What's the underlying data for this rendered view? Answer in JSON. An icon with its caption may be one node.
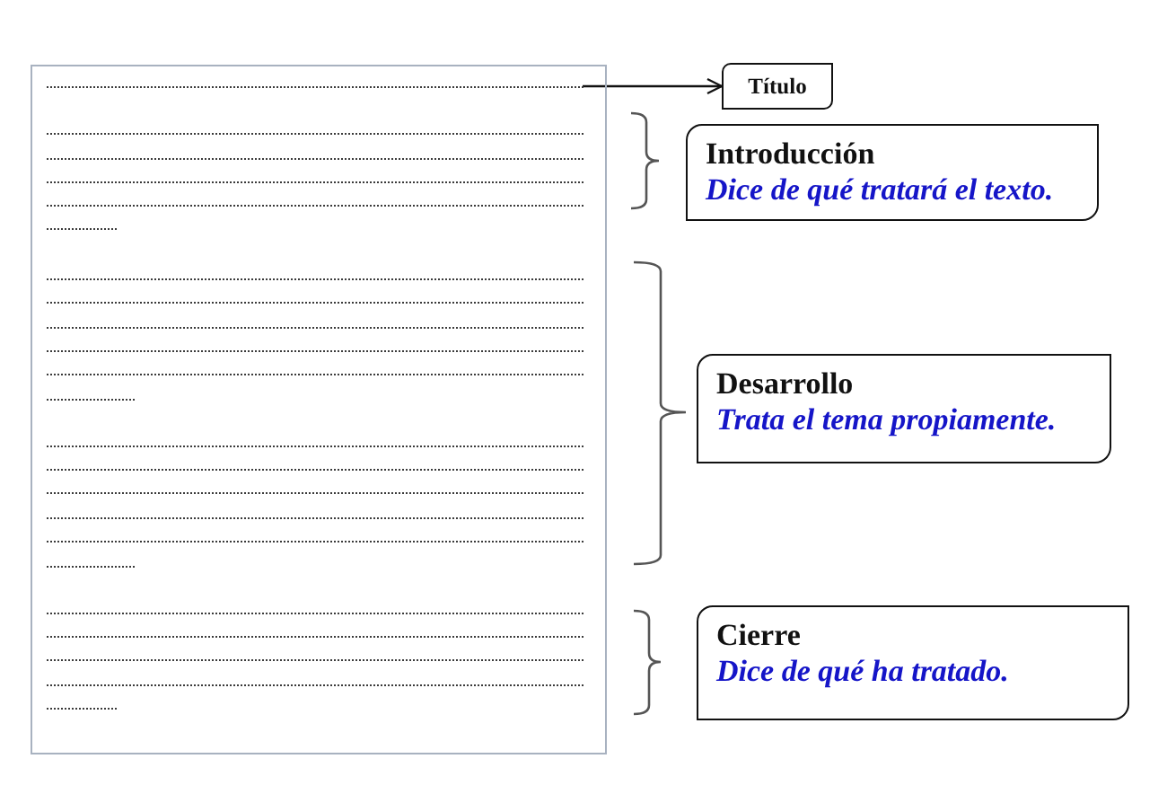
{
  "diagram": {
    "nodes": [
      {
        "text": [],
        "shape": "box"
      },
      {
        "text": [],
        "shape": "line",
        "in": 0
      },
      {
        "text": [
          "Título"
        ]
      },
      {
        "text": [
          "Introducción",
          "Dice de qué tratará el texto."
        ]
      },
      {
        "text": [
          "Desarrollo",
          "Trata el tema propiamente."
        ]
      },
      {
        "text": [
          "Cierre",
          "Dice de qué ha tratado."
        ]
      }
    ],
    "edges": [
      {
        "from": 1,
        "to": 2,
        "arrow": "to"
      }
    ]
  }
}
